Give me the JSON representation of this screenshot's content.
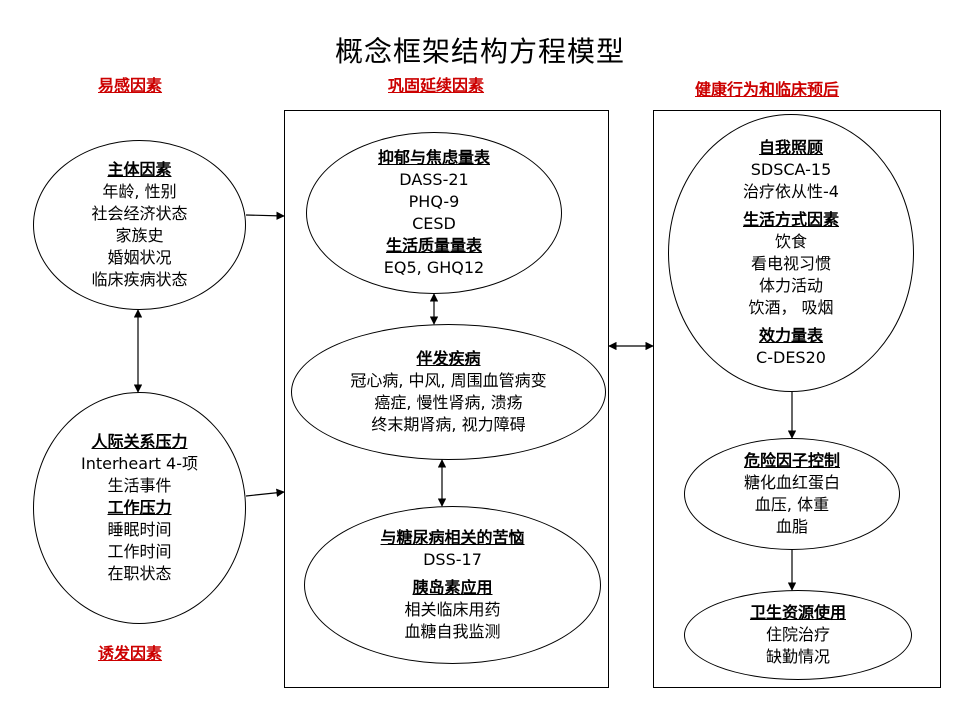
{
  "title": "概念框架结构方程模型",
  "labels": {
    "predisposing": "易感因素",
    "perpetuating": "巩固延续因素",
    "outcomes": "健康行为和临床预后",
    "precipitating": "诱发因素"
  },
  "left": {
    "subject": {
      "heading": "主体因素",
      "items": [
        "年龄, 性别",
        "社会经济状态",
        "家族史",
        "婚姻状况",
        "临床疾病状态"
      ]
    },
    "stress": {
      "heading": "人际关系压力",
      "items": [
        "Interheart 4-项",
        "生活事件"
      ],
      "heading2": "工作压力",
      "items2": [
        "睡眠时间",
        "工作时间",
        "在职状态"
      ]
    }
  },
  "middle": {
    "mood": {
      "heading": "抑郁与焦虑量表",
      "items": [
        "DASS-21",
        "PHQ-9",
        "CESD"
      ],
      "heading2": "生活质量量表",
      "items2": [
        "EQ5, GHQ12"
      ]
    },
    "comorbid": {
      "heading": "伴发疾病",
      "items": [
        "冠心病, 中风, 周围血管病变",
        "癌症, 慢性肾病, 溃疡",
        "终末期肾病, 视力障碍"
      ]
    },
    "distress": {
      "heading": "与糖尿病相关的苦恼",
      "items": [
        "DSS-17"
      ],
      "heading2": "胰岛素应用",
      "items2": [
        "相关临床用药",
        "血糖自我监测"
      ]
    }
  },
  "right": {
    "selfcare": {
      "heading": "自我照顾",
      "items": [
        "SDSCA-15",
        "治疗依从性-4"
      ],
      "heading2": "生活方式因素",
      "items2": [
        "饮食",
        "看电视习惯",
        "体力活动",
        "饮酒， 吸烟"
      ],
      "heading3": "效力量表",
      "items3": [
        "C-DES20"
      ]
    },
    "risk": {
      "heading": "危险因子控制",
      "items": [
        "糖化血红蛋白",
        "血压, 体重",
        "血脂"
      ]
    },
    "resource": {
      "heading": "卫生资源使用",
      "items": [
        "住院治疗",
        "缺勤情况"
      ]
    }
  }
}
